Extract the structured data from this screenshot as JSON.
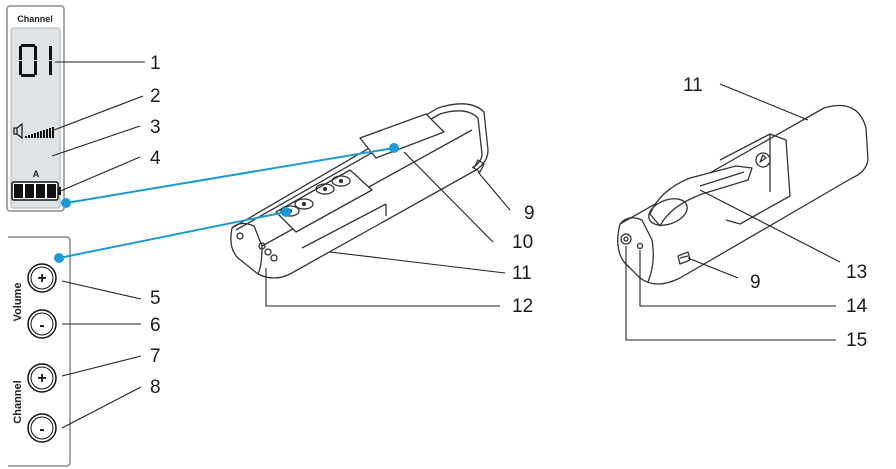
{
  "display": {
    "channel_label": "Channel",
    "channel_number": "01",
    "channel_letter": "A"
  },
  "keypad": {
    "volume_label": "Volume",
    "channel_label": "Channel",
    "plus_symbol": "+",
    "minus_symbol": "-"
  },
  "callouts": [
    "1",
    "2",
    "3",
    "4",
    "5",
    "6",
    "7",
    "8",
    "9",
    "10",
    "11",
    "12",
    "9",
    "13",
    "14",
    "15",
    "11"
  ],
  "colors": {
    "accent": "#1a9ad6",
    "lcd_bg": "#dfe3e6",
    "frame": "#6e6e6e"
  }
}
